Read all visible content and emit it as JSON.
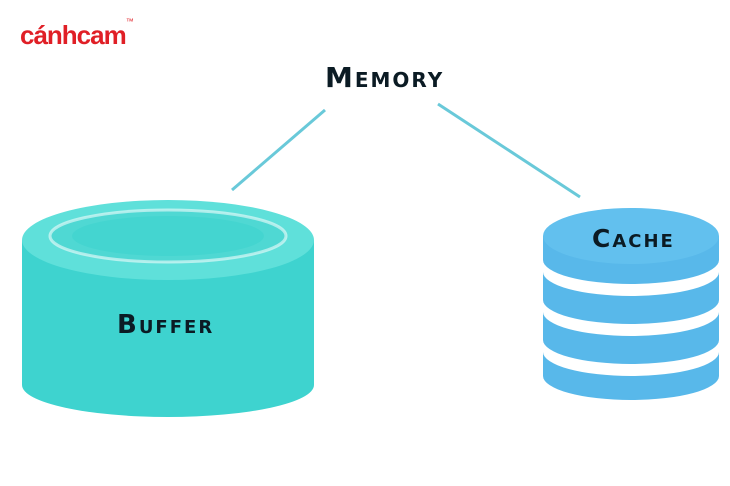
{
  "logo": {
    "text": "cánhcam",
    "mark": "™",
    "color": "#e01f26"
  },
  "diagram": {
    "root": {
      "label": "Memory"
    },
    "children": [
      {
        "label": "Buffer",
        "icon": "cylinder-icon",
        "color": "#3ed3cf"
      },
      {
        "label": "Cache",
        "icon": "database-stack-icon",
        "color": "#58b8ea"
      }
    ],
    "connector_color": "#69c9d9"
  }
}
